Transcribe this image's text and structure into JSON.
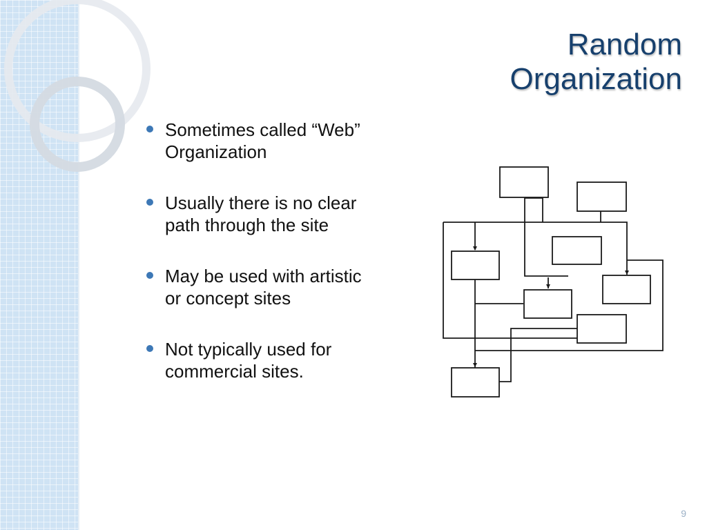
{
  "title": {
    "line1": "Random",
    "line2": "Organization"
  },
  "bullets": [
    {
      "text": "Sometimes called “Web” Organization"
    },
    {
      "text": "Usually there is no clear path through the site"
    },
    {
      "text": "May be used with artistic or concept sites"
    },
    {
      "text": "Not typically used for commercial sites."
    }
  ],
  "diagram": {
    "node_count": 8
  },
  "page_number": "9",
  "colors": {
    "title": "#17406d",
    "bullet": "#3d78b6",
    "side_band": "#cfe3f4"
  }
}
